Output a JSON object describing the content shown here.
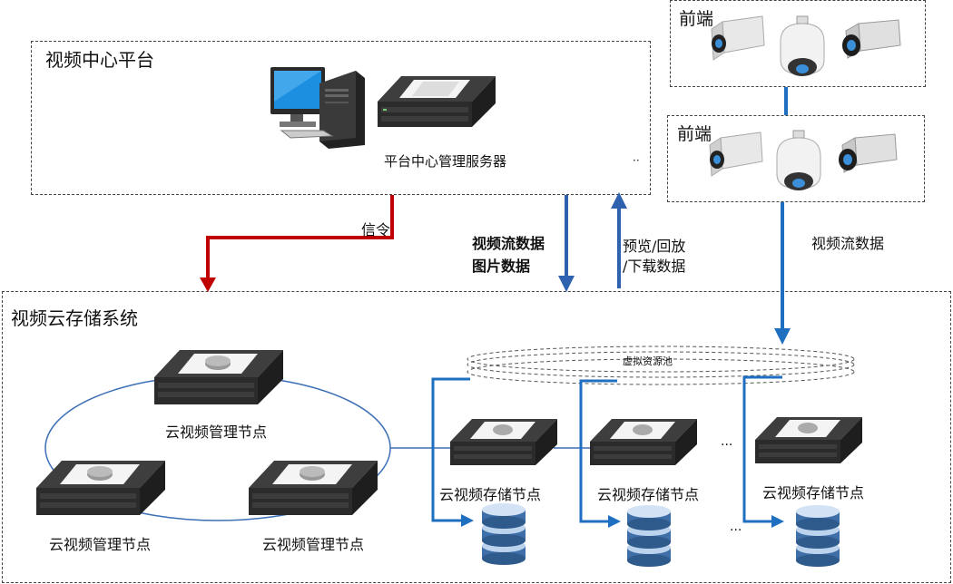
{
  "platform": {
    "title": "视频中心平台",
    "server_label": "平台中心管理服务器",
    "ellipsis": "··"
  },
  "front_end_1": {
    "title": "前端"
  },
  "front_end_2": {
    "title": "前端"
  },
  "arrows": {
    "signal": "信令",
    "stream_line1": "视频流数据",
    "stream_line2": "图片数据",
    "preview_line1": "预览/回放",
    "preview_line2": "/下载数据",
    "camera_stream": "视频流数据"
  },
  "storage": {
    "title": "视频云存储系统",
    "pool_label": "虚拟资源池",
    "mgmt_nodes": [
      "云视频管理节点",
      "云视频管理节点",
      "云视频管理节点"
    ],
    "storage_nodes": [
      "云视频存储节点",
      "云视频存储节点",
      "云视频存储节点"
    ],
    "ellipsis_mid": "···",
    "ellipsis_low": "···"
  },
  "colors": {
    "signal_arrow": "#c00000",
    "data_arrow": "#2e62ae",
    "camera_link": "#1f6fc0",
    "ring": "#3b6fb6"
  }
}
